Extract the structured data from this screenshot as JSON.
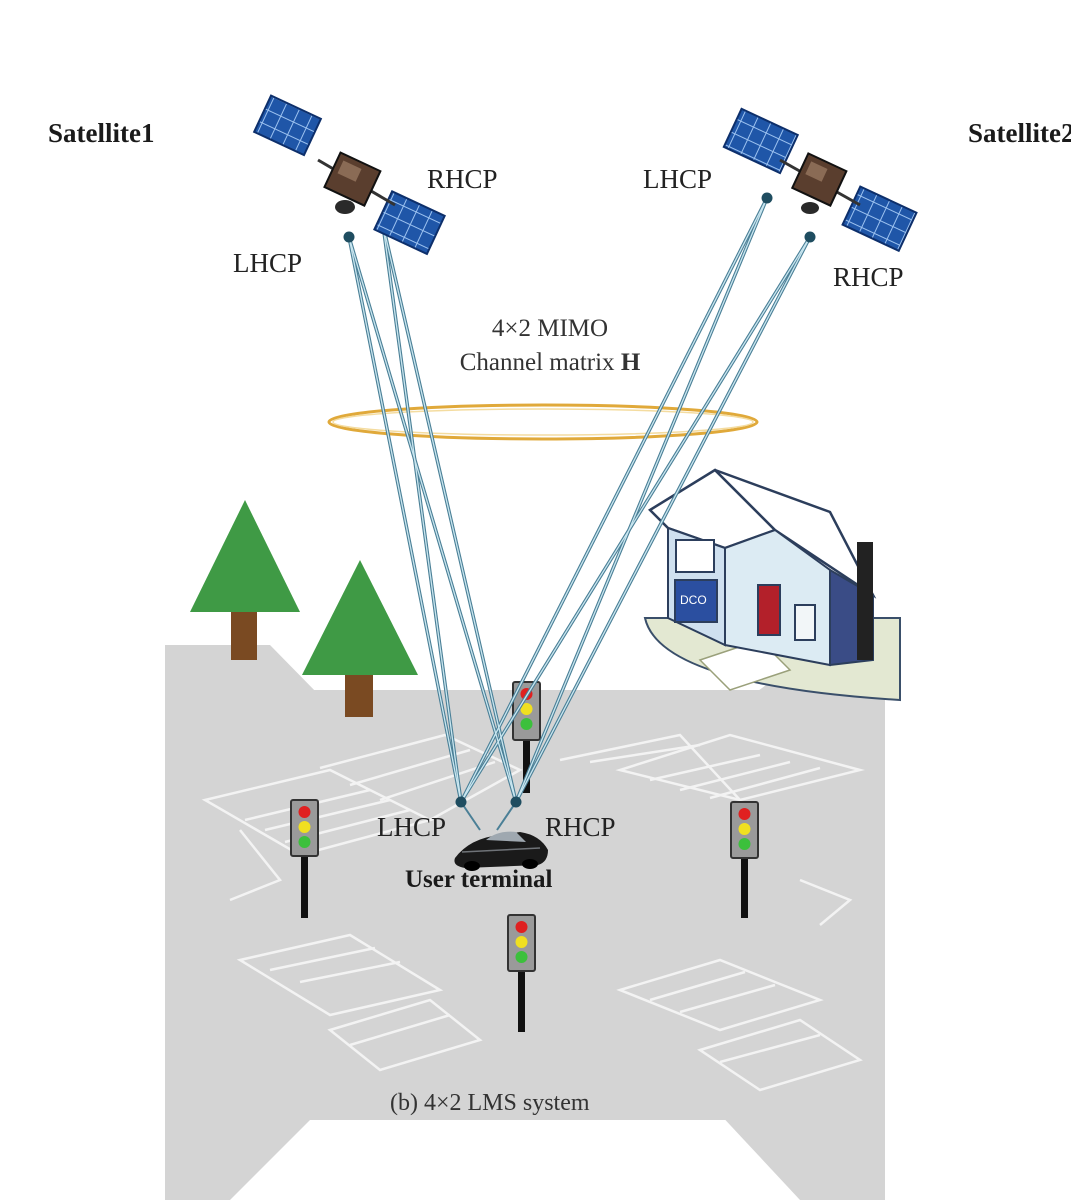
{
  "satellites": [
    {
      "name": "Satellite1",
      "left_pol": "LHCP",
      "right_pol": "RHCP"
    },
    {
      "name": "Satellite2",
      "left_pol": "LHCP",
      "right_pol": "RHCP"
    }
  ],
  "mimo": {
    "line1": "4×2 MIMO",
    "line2": "Channel matrix",
    "symbol": "H"
  },
  "terminal": {
    "label": "User terminal",
    "left_pol": "LHCP",
    "right_pol": "RHCP"
  },
  "caption": "(b) 4×2 LMS system",
  "colors": {
    "link": "#4a7f96",
    "link_light": "#bfe0ec",
    "ring": "#e0a93a",
    "road": "#d6d6d6",
    "tree": "#3f9a45",
    "trunk": "#7a4a22",
    "panel": "#1f4f9e"
  }
}
